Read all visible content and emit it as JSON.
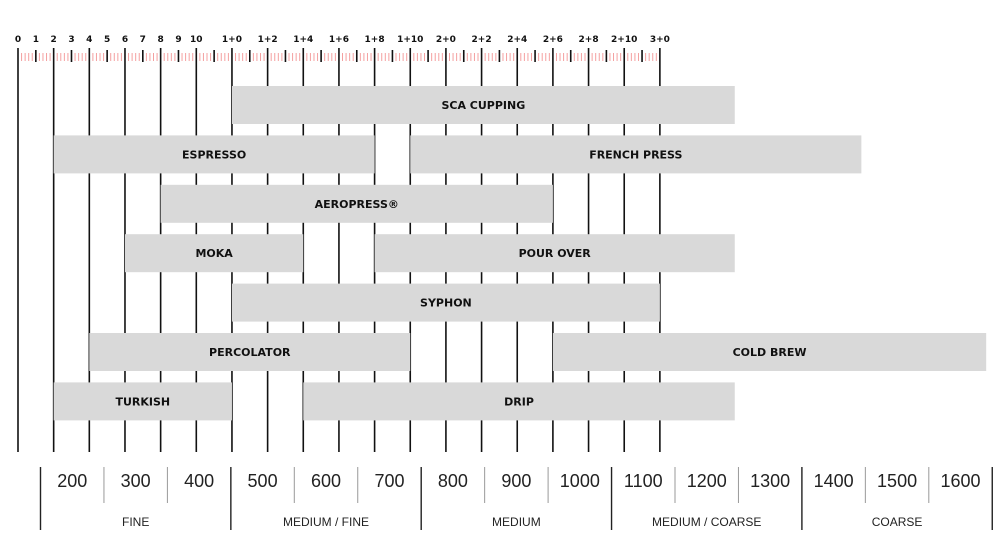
{
  "chart_data": {
    "type": "bar",
    "subtype": "range-bar",
    "title": "",
    "top_scale": {
      "ticks": [
        "0",
        "1",
        "2",
        "3",
        "4",
        "5",
        "6",
        "7",
        "8",
        "9",
        "10",
        "",
        "1+0",
        "",
        "1+2",
        "",
        "1+4",
        "",
        "1+6",
        "",
        "1+8",
        "",
        "1+10",
        "",
        "2+0",
        "",
        "2+2",
        "",
        "2+4",
        "",
        "2+6",
        "",
        "2+8",
        "",
        "2+10",
        "",
        "3+0"
      ],
      "range": [
        0,
        36
      ]
    },
    "series": [
      {
        "name": "SCA CUPPING",
        "start": 12,
        "end": 40.2
      },
      {
        "name": "ESPRESSO",
        "start": 2,
        "end": 20
      },
      {
        "name": "FRENCH PRESS",
        "start": 22,
        "end": 47.3
      },
      {
        "name": "AEROPRESS®",
        "start": 8,
        "end": 30
      },
      {
        "name": "MOKA",
        "start": 6,
        "end": 16
      },
      {
        "name": "POUR OVER",
        "start": 20,
        "end": 40.2
      },
      {
        "name": "SYPHON",
        "start": 12,
        "end": 36
      },
      {
        "name": "PERCOLATOR",
        "start": 4,
        "end": 22
      },
      {
        "name": "COLD BREW",
        "start": 30,
        "end": 54.3
      },
      {
        "name": "TURKISH",
        "start": 2,
        "end": 12
      },
      {
        "name": "DRIP",
        "start": 16,
        "end": 40.2
      }
    ],
    "rows": [
      0,
      1,
      1,
      2,
      3,
      3,
      4,
      5,
      5,
      6,
      6
    ],
    "micron_scale": [
      "200",
      "300",
      "400",
      "500",
      "600",
      "700",
      "800",
      "900",
      "1000",
      "1100",
      "1200",
      "1300",
      "1400",
      "1500",
      "1600"
    ],
    "categories": [
      "FINE",
      "MEDIUM / FINE",
      "MEDIUM",
      "MEDIUM / COARSE",
      "COARSE"
    ],
    "colors": {
      "bar": "#d9d9d9",
      "minor_tick": "#f4a0a0",
      "line": "#111111"
    }
  }
}
